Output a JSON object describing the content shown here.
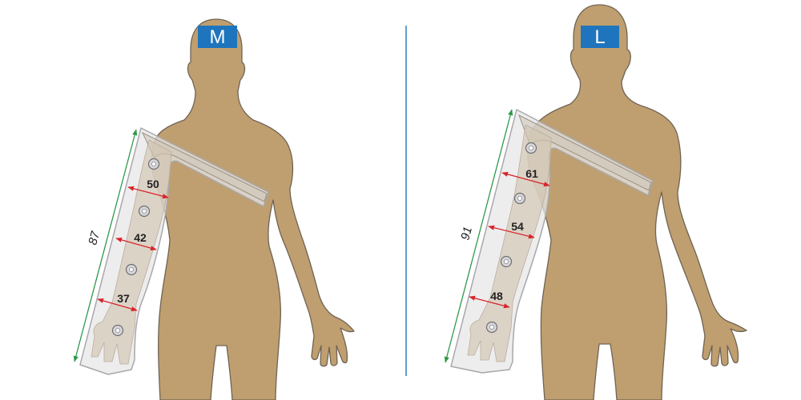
{
  "panels": [
    {
      "size_label": "M",
      "length": "87",
      "circumferences": [
        "50",
        "42",
        "37"
      ]
    },
    {
      "size_label": "L",
      "length": "91",
      "circumferences": [
        "61",
        "54",
        "48"
      ]
    }
  ],
  "colors": {
    "badge": "#1f75bd",
    "divider": "#2f7fc2",
    "skin": "#bf9f6f",
    "skin_outline": "#6f6355",
    "sleeve_fill": "#e6e6e8",
    "sleeve_outline": "#a8a8ac",
    "length_arrow": "#2e9a4a",
    "circumference_arrow": "#d9252b"
  }
}
